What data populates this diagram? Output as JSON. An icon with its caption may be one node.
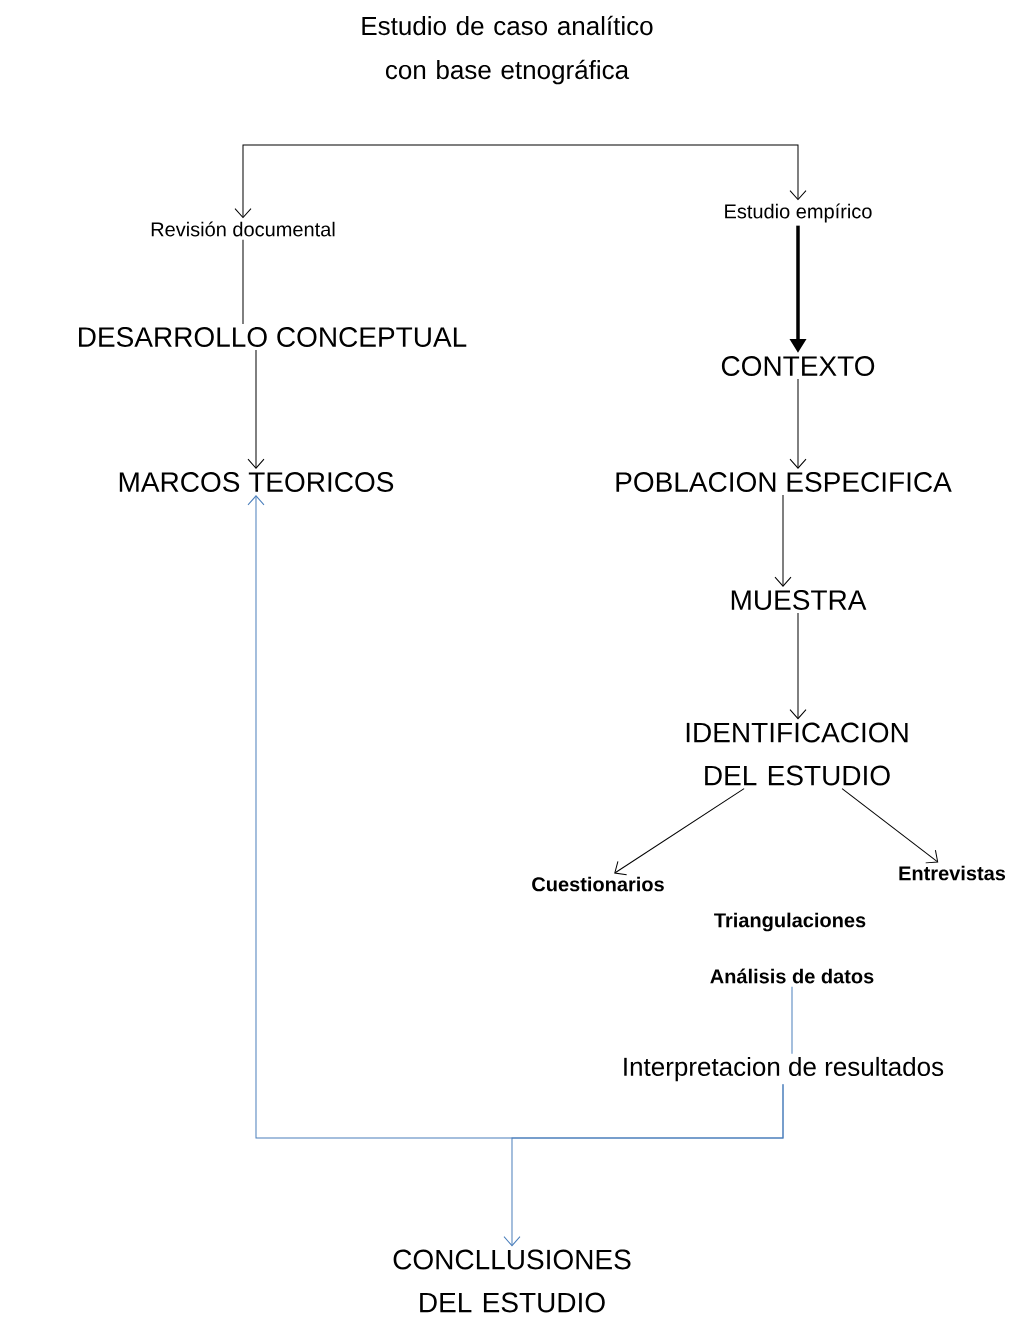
{
  "diagram": {
    "title": "Estudio de caso analítico con base etnográfica",
    "nodes": [
      {
        "text": [
          "Revisión documental"
        ]
      },
      {
        "text": [
          "Estudio empírico"
        ]
      },
      {
        "text": [
          "DESARROLLO CONCEPTUAL"
        ]
      },
      {
        "text": [
          "MARCOS TEORICOS"
        ]
      },
      {
        "text": [
          "CONTEXTO"
        ]
      },
      {
        "text": [
          "POBLACION ESPECIFICA"
        ]
      },
      {
        "text": [
          "MUESTRA"
        ]
      },
      {
        "text": [
          "IDENTIFICACION DEL ESTUDIO"
        ]
      },
      {
        "text": [
          "Cuestionarios"
        ]
      },
      {
        "text": [
          "Entrevistas"
        ]
      },
      {
        "text": [
          "Triangulaciones"
        ]
      },
      {
        "text": [
          "Análisis de datos"
        ]
      },
      {
        "text": [
          "Interpretacion de resultados"
        ]
      },
      {
        "text": [
          "CONCLLUSIONES DEL ESTUDIO"
        ]
      }
    ],
    "edges": [
      {
        "from": null,
        "to": 0,
        "arrow": "to"
      },
      {
        "from": null,
        "to": 1,
        "arrow": "to"
      },
      {
        "from": 0,
        "to": 2,
        "arrow": "none"
      },
      {
        "from": 2,
        "to": 3,
        "arrow": "to"
      },
      {
        "from": 1,
        "to": 4,
        "arrow": "to",
        "style": "thick"
      },
      {
        "from": 4,
        "to": 5,
        "arrow": "to"
      },
      {
        "from": 5,
        "to": 6,
        "arrow": "to"
      },
      {
        "from": 6,
        "to": 7,
        "arrow": "to"
      },
      {
        "from": 7,
        "to": 8,
        "arrow": "to"
      },
      {
        "from": 7,
        "to": 9,
        "arrow": "to"
      },
      {
        "from": 11,
        "to": 12,
        "arrow": "none",
        "color": "#4a7ebb"
      },
      {
        "from": 12,
        "to": 3,
        "arrow": "to",
        "color": "#4a7ebb"
      },
      {
        "from": 12,
        "to": 13,
        "arrow": "to",
        "color": "#4a7ebb"
      }
    ]
  }
}
